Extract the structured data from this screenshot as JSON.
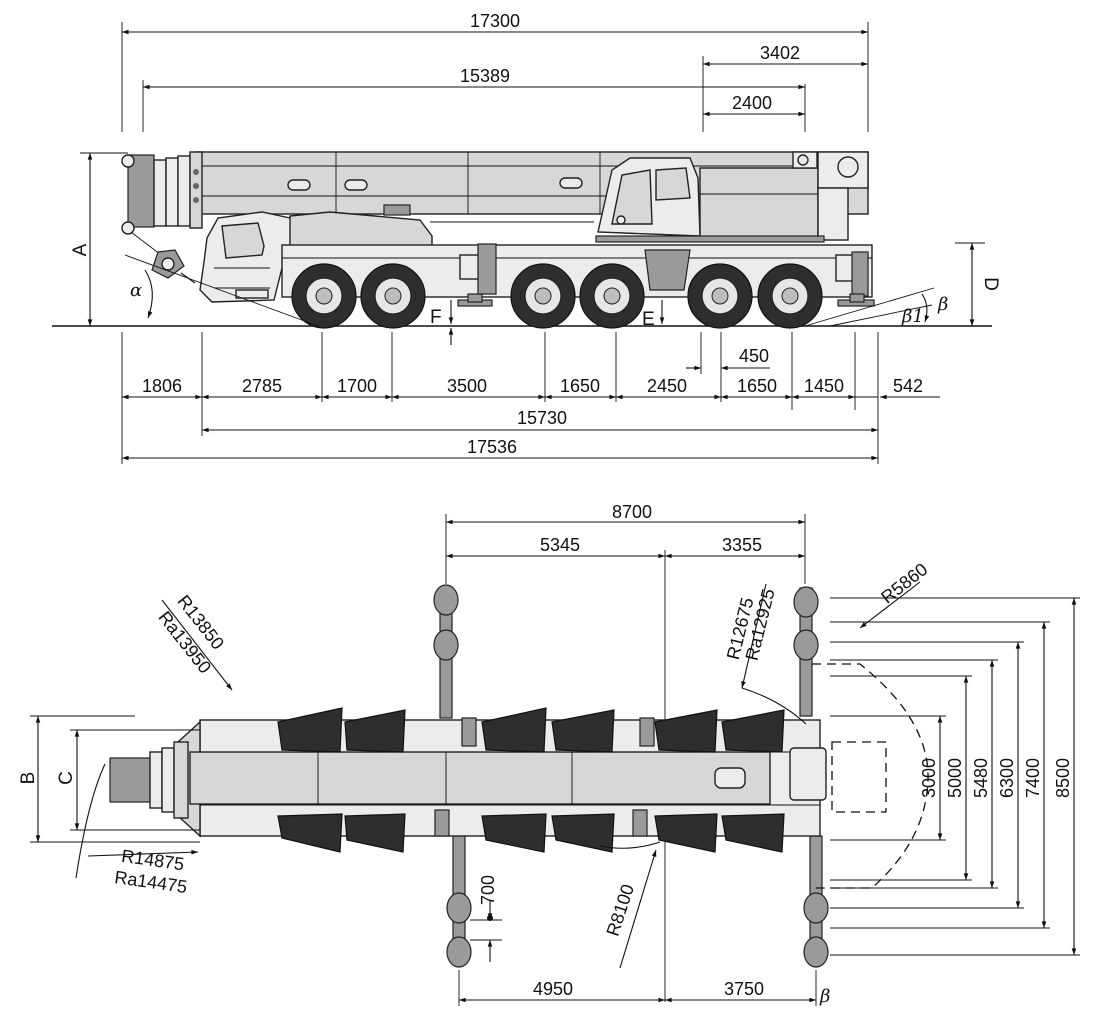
{
  "side_view": {
    "top_dimensions": {
      "overall_top": "17300",
      "rear_overhang": "3402",
      "boom_length": "15389",
      "counterweight": "2400"
    },
    "bottom_dimensions": {
      "front_overhang": "1806",
      "front_to_axle1": "2785",
      "axle1_to_axle2": "1700",
      "axle2_to_axle3": "3500",
      "axle3_to_axle4": "1650",
      "axle4_to_axle5": "2450",
      "axle5_to_axle6": "1650",
      "axle6_to_rear": "1450",
      "rear_tip": "542",
      "small_offset": "450",
      "overall_chassis": "15730",
      "overall_length": "17536"
    },
    "letters": {
      "height": "A",
      "rear_clearance": "D",
      "ground_clearance_front": "F",
      "ground_clearance_mid": "E"
    },
    "angles": {
      "approach": "α",
      "departure": "β",
      "departure_1": "β1"
    }
  },
  "top_view": {
    "outrigger_span_top": "8700",
    "front_outrigger_to_center": "5345",
    "center_to_rear_outrigger": "3355",
    "front_outrigger_to_center_bottom": "4950",
    "center_to_rear_outrigger_bottom": "3750",
    "bottom_angle": "β",
    "pad_size": "700",
    "radii": {
      "front_boom_r": "R13850",
      "front_boom_ra": "Ra13950",
      "front_wheel_r": "R14875",
      "front_wheel_ra": "Ra14475",
      "rear_r": "R12675",
      "rear_ra": "Ra12925",
      "tail_swing": "R5860",
      "turning": "R8100"
    },
    "widths": [
      "3000",
      "5000",
      "5480",
      "6300",
      "7400",
      "8500"
    ],
    "letters": {
      "width": "B",
      "track": "C"
    }
  }
}
